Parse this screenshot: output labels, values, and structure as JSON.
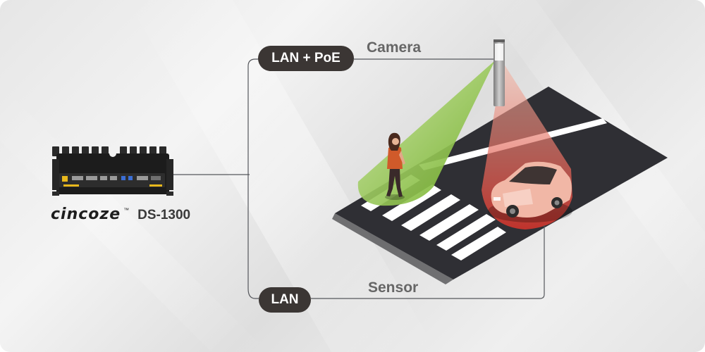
{
  "network": {
    "poe_label": "LAN + PoE",
    "lan_label": "LAN"
  },
  "devices": {
    "camera_label": "Camera",
    "sensor_label": "Sensor"
  },
  "computer": {
    "brand": "cincoze",
    "trademark": "™",
    "model": "DS-1300"
  },
  "colors": {
    "pill_background": "#3b3634",
    "label_text": "#666666",
    "camera_beam": "#8dc63f",
    "sensor_beam": "#d9342b",
    "road": "#2f2f34"
  }
}
